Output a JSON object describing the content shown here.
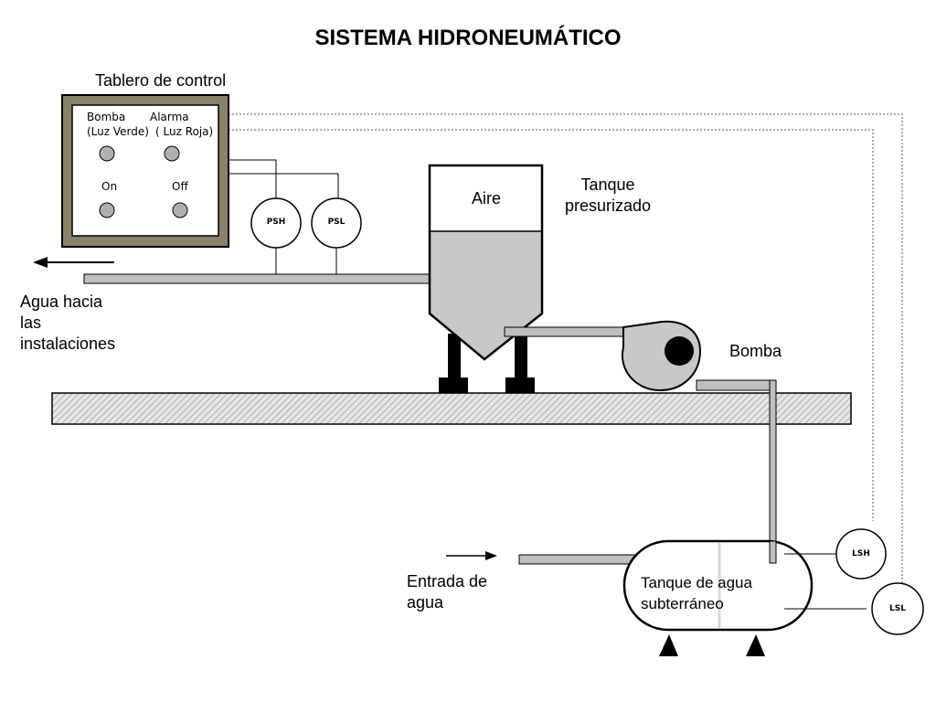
{
  "title": "SISTEMA HIDRONEUMÁTICO",
  "control_panel": {
    "label": "Tablero de control",
    "bomba_label": "Bomba",
    "bomba_sub": "(Luz Verde)",
    "alarma_label": "Alarma",
    "alarma_sub": "( Luz Roja)",
    "on_label": "On",
    "off_label": "Off"
  },
  "sensors": {
    "psh": "PSH",
    "psl": "PSL",
    "lsh": "LSH",
    "lsl": "LSL"
  },
  "pressurized_tank": {
    "air_label": "Aire",
    "label_line1": "Tanque",
    "label_line2": "presurizado"
  },
  "pump": {
    "label": "Bomba"
  },
  "outlet": {
    "line1": "Agua hacia",
    "line2": "las",
    "line3": "instalaciones"
  },
  "inlet": {
    "line1": "Entrada de",
    "line2": "agua"
  },
  "underground_tank": {
    "line1": "Tanque de agua",
    "line2": "subterráneo"
  },
  "colors": {
    "panel_frame": "#8a8268",
    "water_gray": "#c8c8c8",
    "pipe_gray": "#bfbfbf",
    "lamp_gray": "#b0b0b0",
    "floor_hatch": "#9a9a9a"
  }
}
